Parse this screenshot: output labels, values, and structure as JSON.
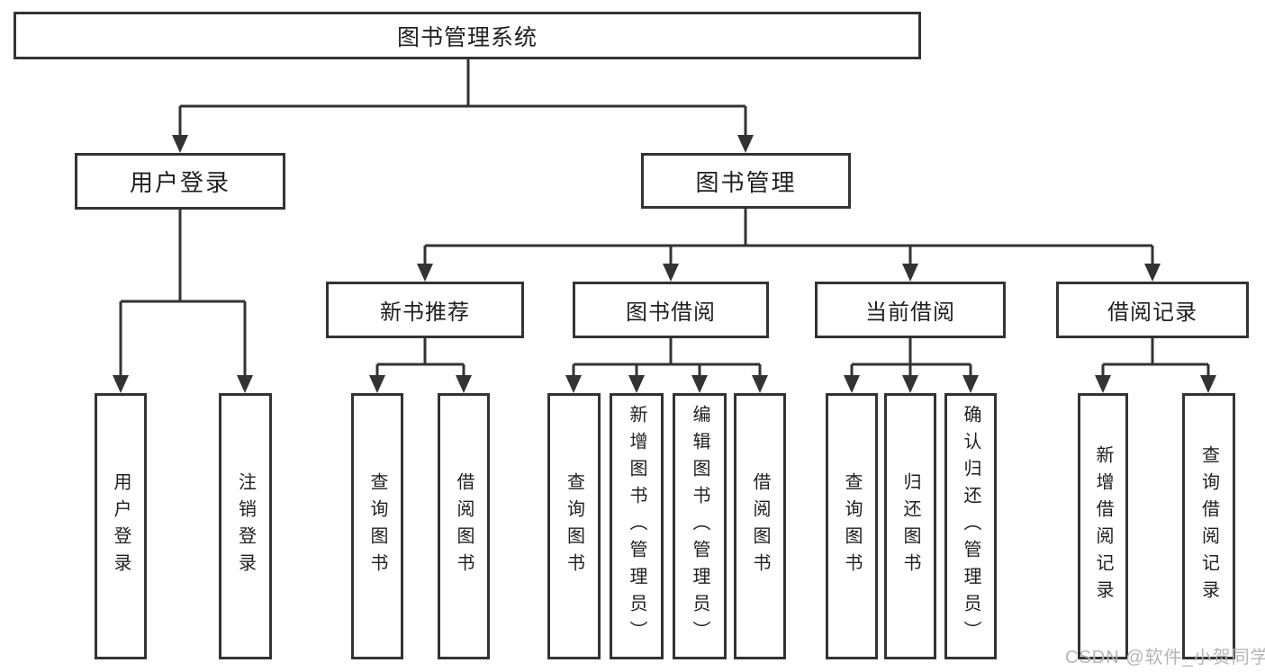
{
  "diagram_title": "图书管理系统",
  "colors": {
    "line": "#333333",
    "box_border": "#333333",
    "box_fill": "#ffffff",
    "text": "#1f1f1f",
    "watermark": "#b5b5b5",
    "background": "#ffffff"
  },
  "tree": {
    "root": {
      "label": "图书管理系统",
      "children": [
        {
          "label": "用户登录",
          "children": [
            {
              "label": "用户登录"
            },
            {
              "label": "注销登录"
            }
          ]
        },
        {
          "label": "图书管理",
          "children": [
            {
              "label": "新书推荐",
              "children": [
                {
                  "label": "查询图书"
                },
                {
                  "label": "借阅图书"
                }
              ]
            },
            {
              "label": "图书借阅",
              "children": [
                {
                  "label": "查询图书"
                },
                {
                  "label": "新增图书（管理员）"
                },
                {
                  "label": "编辑图书（管理员）"
                },
                {
                  "label": "借阅图书"
                }
              ]
            },
            {
              "label": "当前借阅",
              "children": [
                {
                  "label": "查询图书"
                },
                {
                  "label": "归还图书"
                },
                {
                  "label": "确认归还（管理员）"
                }
              ]
            },
            {
              "label": "借阅记录",
              "children": [
                {
                  "label": "新增借阅记录"
                },
                {
                  "label": "查询借阅记录"
                }
              ]
            }
          ]
        }
      ]
    }
  },
  "watermark": {
    "text": "CSDN @软件_小贺同学"
  }
}
